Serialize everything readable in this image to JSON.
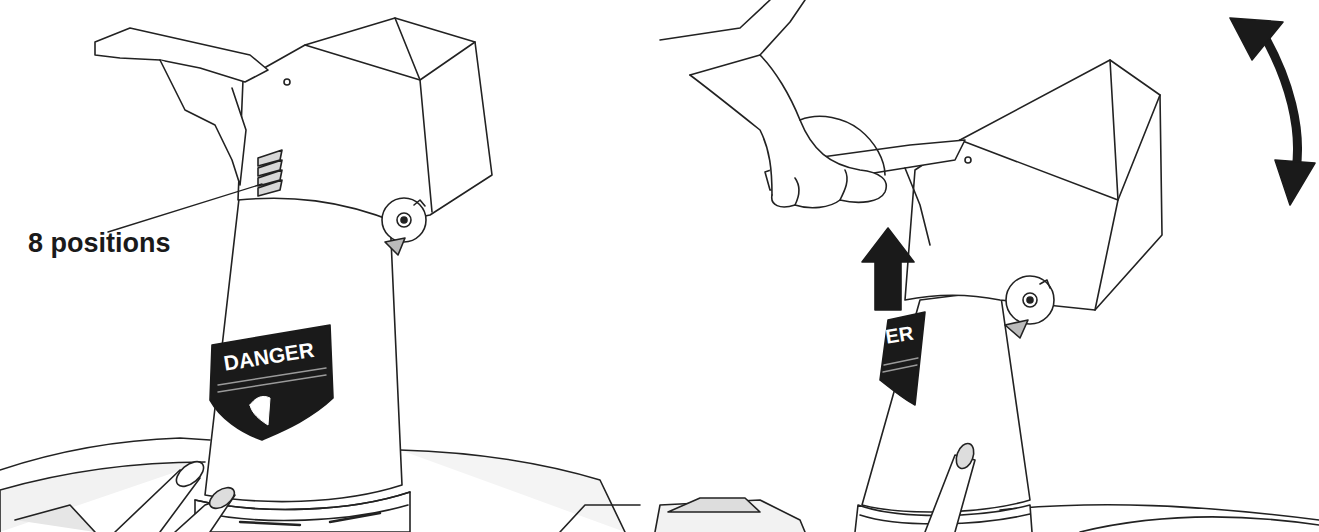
{
  "diagram": {
    "labels": [
      "8 positions",
      "DANGER",
      "ER"
    ]
  }
}
